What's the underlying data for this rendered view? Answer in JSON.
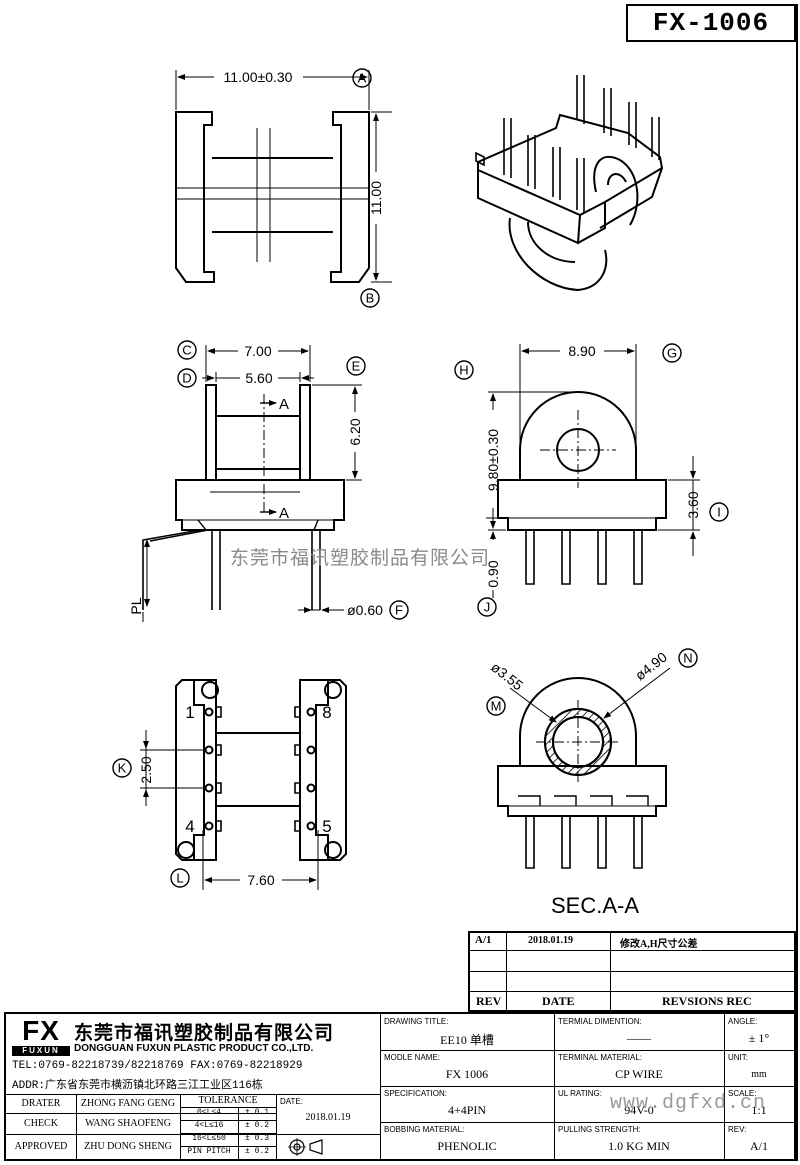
{
  "part_number": "FX-1006",
  "dims": {
    "top_width": "11.00±0.30",
    "top_height": "11.00",
    "front_outer": "7.00",
    "front_inner": "5.60",
    "front_height": "6.20",
    "side_width": "8.90",
    "side_height": "9.80±0.30",
    "side_base": "3.60",
    "pin_dia": "ø0.60",
    "pin_len": "0.90",
    "pl_label": "PL",
    "bottom_pitch": "2.50",
    "bottom_width": "7.60",
    "sec_inner": "ø3.55",
    "sec_outer": "ø4.90"
  },
  "markers": [
    "A",
    "B",
    "C",
    "D",
    "E",
    "F",
    "G",
    "H",
    "I",
    "J",
    "K",
    "L",
    "M",
    "N"
  ],
  "section_label": "A",
  "pin_numbers": {
    "p1": "1",
    "p4": "4",
    "p5": "5",
    "p8": "8"
  },
  "section_title": "SEC.A-A",
  "watermark": "东莞市福讯塑胶制品有限公司",
  "watermark_url": "www.dgfxd.cn",
  "revision_table": {
    "rev_id": "A/1",
    "rev_date": "2018.01.19",
    "rev_desc": "修改A,H尺寸公差",
    "header_rev": "REV",
    "header_date": "DATE",
    "header_desc": "REVSIONS REC"
  },
  "company": {
    "logo": "FX",
    "logo_sub": "FUXUN",
    "name_cn": "东莞市福讯塑胶制品有限公司",
    "name_en": "DONGGUAN FUXUN PLASTIC PRODUCT CO.,LTD.",
    "tel": "TEL:0769-82218739/82218769 FAX:0769-82218929",
    "addr": "ADDR:广东省东莞市横沥镇北环路三江工业区116栋"
  },
  "signoff": {
    "drater_label": "DRATER",
    "drater": "ZHONG FANG GENG",
    "check_label": "CHECK",
    "check": "WANG SHAOFENG",
    "approved_label": "APPROVED",
    "approved": "ZHU DONG SHENG"
  },
  "tolerance": {
    "title": "TOLERANCE",
    "rows": [
      {
        "range": "0<L≤4",
        "tol": "± 0.1"
      },
      {
        "range": "4<L≤16",
        "tol": "± 0.2"
      },
      {
        "range": "16<L≤50",
        "tol": "± 0.3"
      },
      {
        "range": "PIN PITCH",
        "tol": "± 0.2"
      }
    ]
  },
  "date_label": "DATE:",
  "date_value": "2018.01.19",
  "fields": {
    "drawing_title_label": "DRAWING TITLE:",
    "drawing_title": "EE10 单槽",
    "model_name_label": "MODLE NAME:",
    "model_name": "FX 1006",
    "spec_label": "SPECIFICATION:",
    "spec": "4+4PIN",
    "bobbin_label": "BOBBING MATERIAL:",
    "bobbin": "PHENOLIC",
    "term_dim_label": "TERMIAL DIMENTION:",
    "term_dim": "——",
    "term_mat_label": "TERMINAL MATERIAL:",
    "term_mat": "CP WIRE",
    "ul_label": "UL RATING:",
    "ul": "94V-0",
    "pull_label": "PULLING STRENGTH:",
    "pull": "1.0 KG MIN",
    "angle_label": "ANGLE:",
    "angle": "± 1°",
    "unit_label": "UNIT:",
    "unit": "mm",
    "scale_label": "SCALE:",
    "scale": "1:1",
    "rev_label": "REV:",
    "rev": "A/1"
  }
}
